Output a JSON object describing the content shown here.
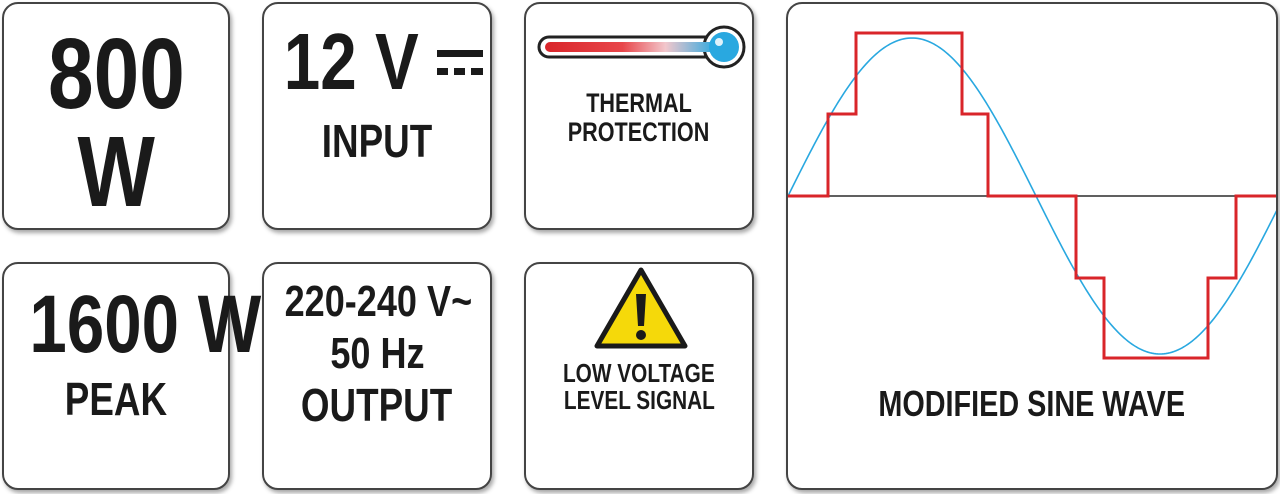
{
  "power": {
    "value": "800",
    "unit": "W"
  },
  "input": {
    "voltage": "12 V",
    "label": "INPUT"
  },
  "thermal": {
    "line1": "THERMAL",
    "line2": "PROTECTION",
    "icon": "thermometer-icon"
  },
  "peak": {
    "value": "1600 W",
    "label": "PEAK"
  },
  "output": {
    "voltage": "220-240 V~",
    "frequency": "50 Hz",
    "label": "OUTPUT"
  },
  "low_voltage": {
    "line1": "LOW VOLTAGE",
    "line2": "LEVEL SIGNAL",
    "icon": "warning-icon"
  },
  "waveform": {
    "label": "MODIFIED SINE WAVE",
    "sine_color": "#29a8e0",
    "square_color": "#d9252a",
    "axis_color": "#000000"
  },
  "colors": {
    "warning_yellow": "#f5d90a",
    "thermo_red": "#d9252a",
    "thermo_blue": "#29a8e0"
  }
}
